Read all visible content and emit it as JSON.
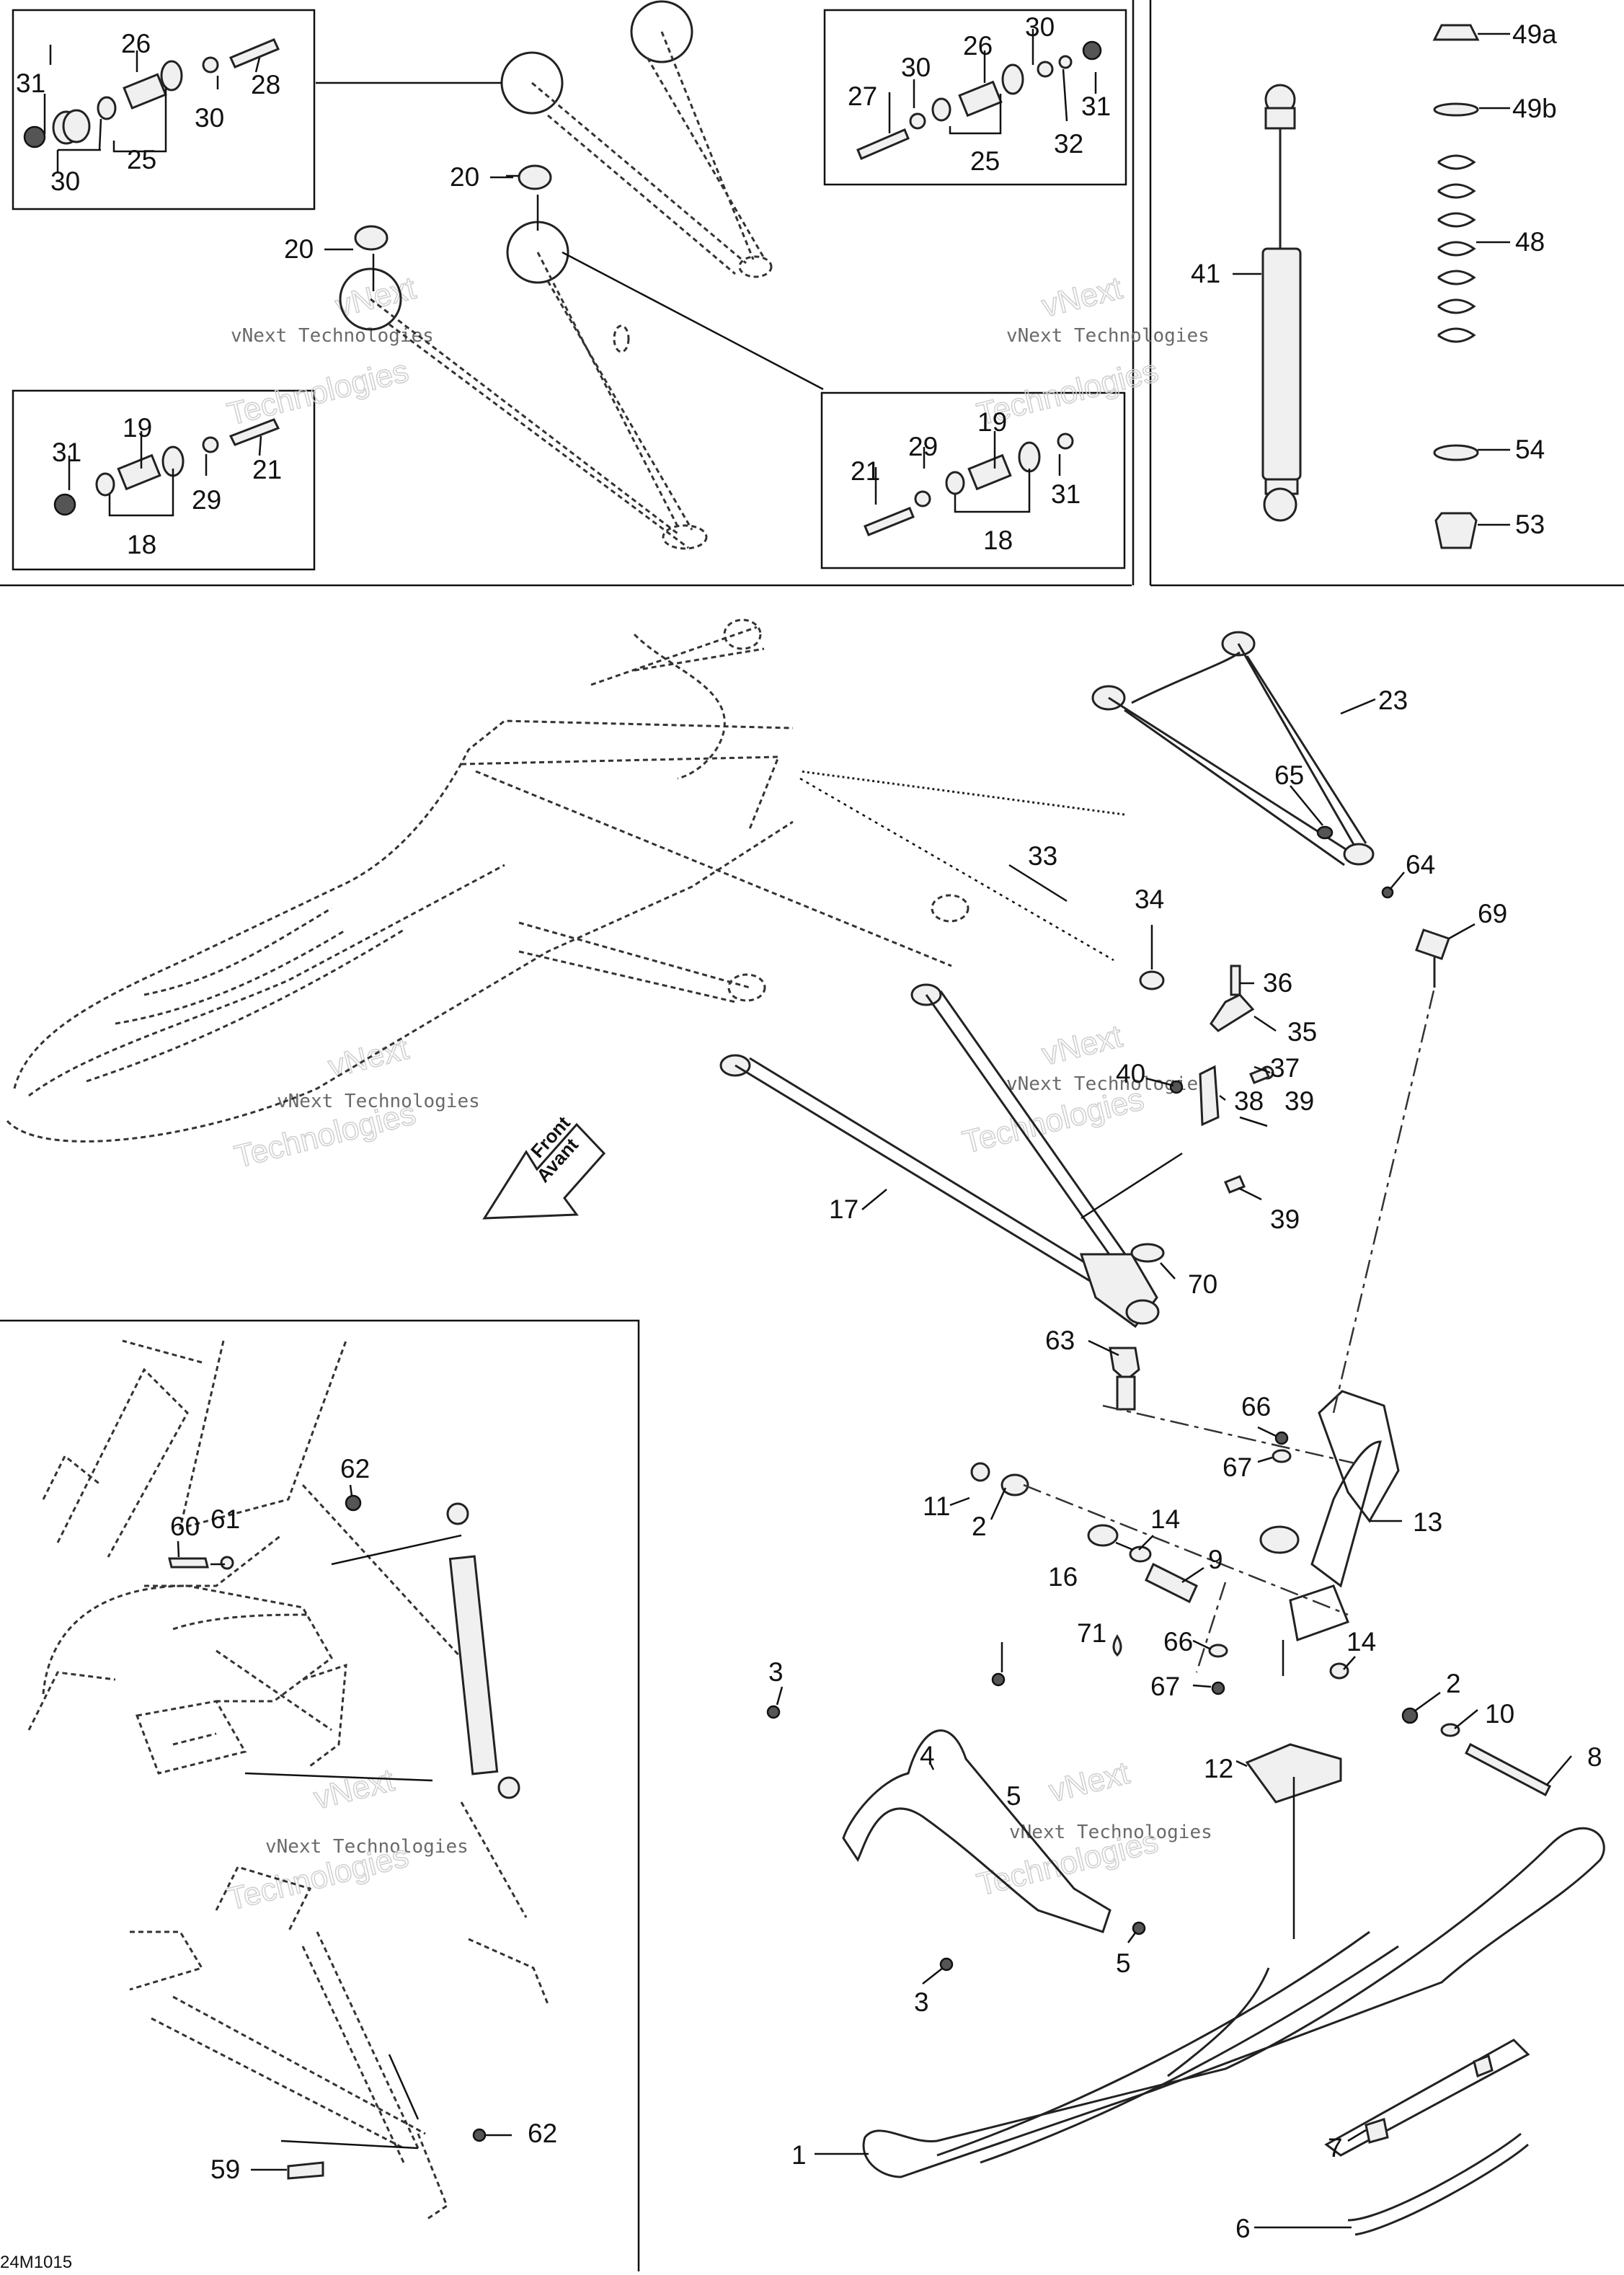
{
  "diagram": {
    "watermark_line1": "vNext Technologies",
    "watermark_line2": "vNext",
    "watermark_line3": "Technologies",
    "figure_code": "24M1015",
    "front_arrow": {
      "line1": "Front",
      "line2": "Avant"
    },
    "callouts": {
      "c1": "1",
      "c2": "2",
      "c2b": "2",
      "c3": "3",
      "c3b": "3",
      "c4": "4",
      "c5": "5",
      "c5b": "5",
      "c6": "6",
      "c7": "7",
      "c8": "8",
      "c9": "9",
      "c10": "10",
      "c11": "11",
      "c12": "12",
      "c13": "13",
      "c14": "14",
      "c14b": "14",
      "c16": "16",
      "c17": "17",
      "c18a": "18",
      "c18b": "18",
      "c19a": "19",
      "c19b": "19",
      "c20a": "20",
      "c20b": "20",
      "c21a": "21",
      "c21b": "21",
      "c23": "23",
      "c25a": "25",
      "c25b": "25",
      "c26a": "26",
      "c26b": "26",
      "c27": "27",
      "c28": "28",
      "c29a": "29",
      "c29b": "29",
      "c30a": "30",
      "c30b": "30",
      "c30c": "30",
      "c30d": "30",
      "c31a": "31",
      "c31b": "31",
      "c31c": "31",
      "c31d": "31",
      "c32": "32",
      "c33": "33",
      "c34": "34",
      "c35": "35",
      "c36": "36",
      "c37": "37",
      "c38": "38",
      "c39a": "39",
      "c39b": "39",
      "c40": "40",
      "c41": "41",
      "c48": "48",
      "c49a": "49a",
      "c49b": "49b",
      "c53": "53",
      "c54": "54",
      "c59": "59",
      "c60": "60",
      "c61": "61",
      "c62a": "62",
      "c62b": "62",
      "c63": "63",
      "c64": "64",
      "c65": "65",
      "c66a": "66",
      "c66b": "66",
      "c67a": "67",
      "c67b": "67",
      "c69": "69",
      "c70": "70",
      "c71": "71"
    }
  }
}
